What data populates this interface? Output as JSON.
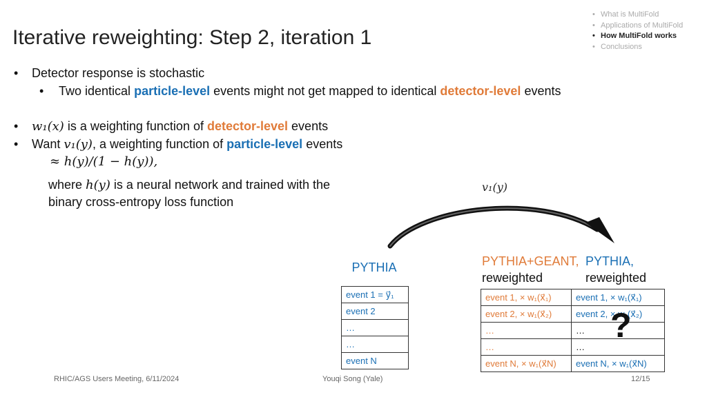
{
  "title": "Iterative reweighting: Step 2, iteration 1",
  "nav": [
    {
      "label": "What is MultiFold",
      "active": false
    },
    {
      "label": "Applications of MultiFold",
      "active": false
    },
    {
      "label": "How MultiFold works",
      "active": true
    },
    {
      "label": "Conclusions",
      "active": false
    }
  ],
  "bullets": {
    "b1": "Detector response is stochastic",
    "b1_sub": {
      "pre": "Two identical",
      "hl1": "particle-level",
      "mid": "events might not get mapped to identical",
      "hl2": "detector-level",
      "post": "events"
    },
    "b2": {
      "math": "w₁(x)",
      "pre": "is a weighting function of",
      "hl": "detector-level",
      "post": "events"
    },
    "b3": {
      "pre": "Want",
      "math": "v₁(y)",
      "mid": ", a weighting function of",
      "hl": "particle-level",
      "post": "events"
    },
    "approx": "≈ h(y)/(1 − h(y)),",
    "where": {
      "pre": "where",
      "math": "h(y)",
      "post": "is a neural network and trained with the",
      "line2": "binary cross-entropy loss function"
    }
  },
  "arrow_label": "v₁(y)",
  "pythia": {
    "header": "PYTHIA",
    "rows": [
      "event 1 = y⃗₁",
      "event 2",
      "…",
      "…",
      "event N"
    ]
  },
  "geant": {
    "header1": "PYTHIA+GEANT,",
    "header2": "reweighted",
    "rows": [
      "event 1, × w₁(x⃗₁)",
      "event 2, × w₁(x⃗₂)",
      "…",
      "…",
      "event N, × w₁(x⃗N)"
    ]
  },
  "pythia_rw": {
    "header1": "PYTHIA,",
    "header2": "reweighted",
    "rows": [
      "event 1, × w₁(x⃗₁)",
      "event 2, × w₁(x⃗₂)",
      "…",
      "…",
      "event N, × w₁(x⃗N)"
    ]
  },
  "question_mark": "?",
  "colors": {
    "blue": "#1a6fb4",
    "orange": "#e07b39",
    "text": "#222222"
  },
  "footer": {
    "left": "RHIC/AGS Users Meeting, 6/11/2024",
    "center": "Youqi Song (Yale)",
    "page": "12/15"
  }
}
